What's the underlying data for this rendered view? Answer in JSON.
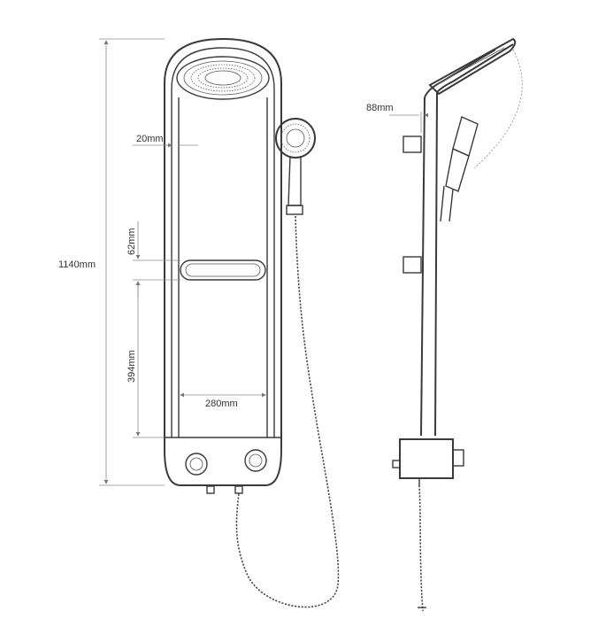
{
  "dimensions": {
    "overall_height": "1140mm",
    "top_gap": "20mm",
    "shelf_height": "62mm",
    "lower_height": "394mm",
    "panel_width": "280mm",
    "side_offset": "88mm"
  }
}
